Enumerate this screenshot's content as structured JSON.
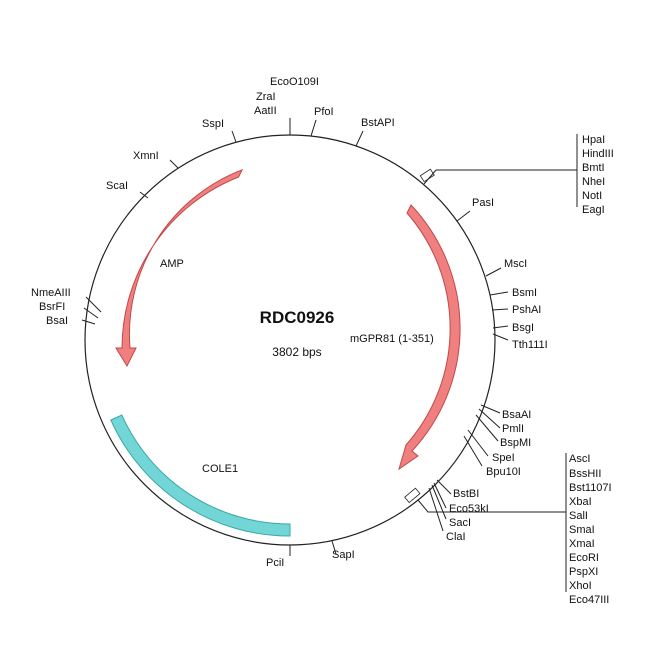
{
  "plasmid": {
    "name": "RDC0926",
    "size_label": "3802 bps"
  },
  "colors": {
    "backbone": "#222222",
    "arrow_fill": "#f08080",
    "arrow_stroke": "#c24848",
    "origin_fill": "#72d6d6",
    "origin_stroke": "#3aa8a8"
  },
  "features": [
    {
      "name": "AMP",
      "kind": "arrow",
      "direction": "ccw"
    },
    {
      "name": "mGPR81 (1-351)",
      "kind": "arrow",
      "direction": "cw"
    },
    {
      "name": "COLE1",
      "kind": "box"
    }
  ],
  "sites": {
    "top": [
      "EcoO109I",
      "ZraI",
      "AatII",
      "PfoI",
      "BstAPI",
      "SspI",
      "XmnI",
      "ScaI"
    ],
    "mcs_top": [
      "HpaI",
      "HindIII",
      "BmtI",
      "NheI",
      "NotI",
      "EagI"
    ],
    "right": [
      "PasI",
      "MscI",
      "BsmI",
      "PshAI",
      "BsgI",
      "Tth111I",
      "BsaAI",
      "PmlI",
      "BspMI",
      "SpeI",
      "Bpu10I",
      "BstBI",
      "Eco53kI",
      "SacI",
      "ClaI"
    ],
    "mcs_bottom": [
      "AscI",
      "BssHII",
      "Bst1107I",
      "XbaI",
      "SalI",
      "SmaI",
      "XmaI",
      "EcoRI",
      "PspXI",
      "XhoI",
      "Eco47III"
    ],
    "left": [
      "NmeAIII",
      "BsrFI",
      "BsaI"
    ],
    "bottom": [
      "PciI",
      "SapI"
    ]
  }
}
